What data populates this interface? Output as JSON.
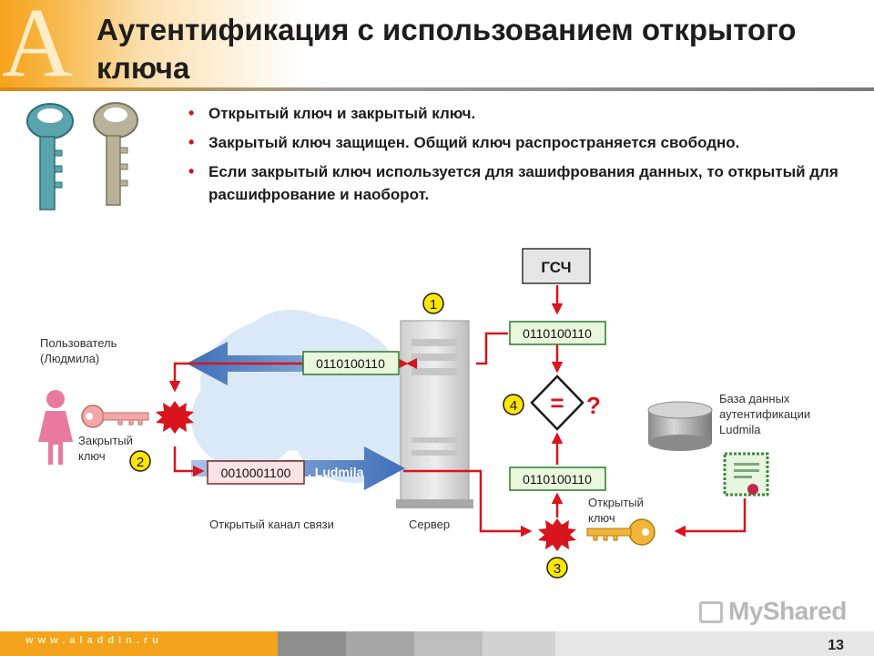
{
  "slide": {
    "title": "Аутентификация с использованием открытого ключа",
    "bullets": [
      "Открытый ключ и закрытый ключ.",
      "Закрытый ключ защищен. Общий ключ распространяется свободно.",
      "Если закрытый ключ используется для зашифрования данных, то открытый для расшифрование и наоборот."
    ],
    "page_number": "13",
    "footer_url": "www.aladdin.ru",
    "watermark": "MyShared"
  },
  "diagram": {
    "user_label_1": "Пользователь",
    "user_label_2": "(Людмила)",
    "private_key_label_1": "Закрытый",
    "private_key_label_2": "ключ",
    "public_key_label_1": "Открытый",
    "public_key_label_2": "ключ",
    "channel_label": "Открытый канал связи",
    "server_label": "Сервер",
    "rng_label": "ГСЧ",
    "db_label_1": "База данных",
    "db_label_2": "аутентификации",
    "db_label_3": "Ludmila",
    "bits_top_right": "0110100110",
    "bits_left_arrow": "0110100110",
    "bits_bottom_right": "0110100110",
    "bits_encrypted": "0010001100",
    "encrypted_suffix": ", Ludmila",
    "compare_symbol": "=",
    "compare_question": "?",
    "step_1": "1",
    "step_2": "2",
    "step_3": "3",
    "step_4": "4"
  },
  "colors": {
    "accent_red": "#d8141c",
    "bits_green_bg": "#e9f7dd",
    "bits_green_border": "#2b7a2b",
    "step_yellow": "#ffe600",
    "arrow_blue": "#4f80c4",
    "header_orange": "#f6a21a"
  }
}
